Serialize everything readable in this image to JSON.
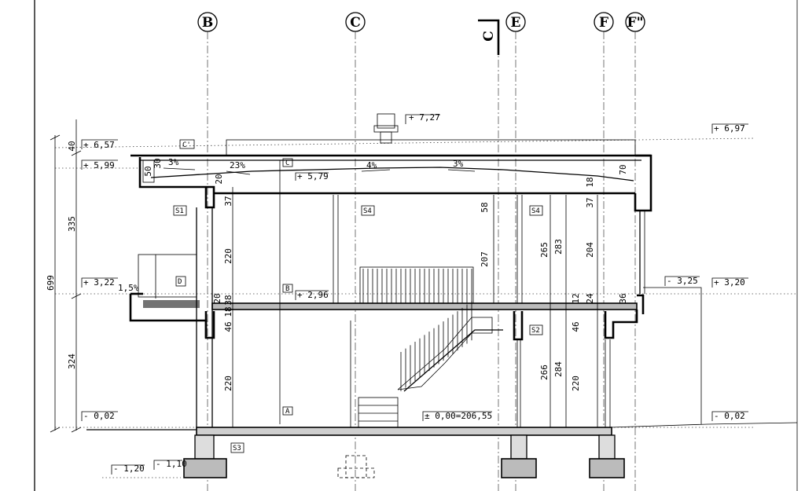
{
  "axes": [
    "B",
    "C",
    "E",
    "F",
    "F\""
  ],
  "section_mark": "C",
  "levels": {
    "chimney_top": "+ 7,27",
    "right_roof": "+ 6,97",
    "left_roof": "+ 6,57",
    "left_parapet": "+ 5,99",
    "roof_inner": "+ 5,79",
    "left_terrace": "+ 3,22",
    "first_floor": "+ 2,96",
    "right_terrace_minus": "- 3,25",
    "right_terrace_plus": "+ 3,20",
    "ground_left": "- 0,02",
    "ground_right": "- 0,02",
    "datum": "± 0,00=206,55",
    "foundation_1": "- 1,20",
    "foundation_2": "- 1,10"
  },
  "slopes": {
    "s1": "3%",
    "s2": "23%",
    "s3": "4%",
    "s4": "3%",
    "s5": "1,5%"
  },
  "room_tags": {
    "t_c1": "C'",
    "t_c": "C",
    "t_s1": "S1",
    "t_s4a": "S4",
    "t_s4b": "S4",
    "t_d": "D",
    "t_b": "B",
    "t_s2": "S2",
    "t_a": "A",
    "t_s3": "S3"
  },
  "dimensions": {
    "total": "699",
    "upper": "335",
    "lower": "324",
    "d40": "40",
    "d50": "50",
    "d30": "30",
    "d20a": "20",
    "d37a": "37",
    "d220a": "220",
    "d20b": "20",
    "d38": "38",
    "d18": "18",
    "d46a": "46",
    "d220b": "220",
    "d58": "58",
    "d207": "207",
    "d265": "265",
    "d283": "283",
    "d204": "204",
    "d37b": "37",
    "d70": "70",
    "d18b": "18",
    "d12": "12",
    "d24": "24",
    "d36": "36",
    "d46b": "46",
    "d266": "266",
    "d284": "284",
    "d220c": "220"
  }
}
